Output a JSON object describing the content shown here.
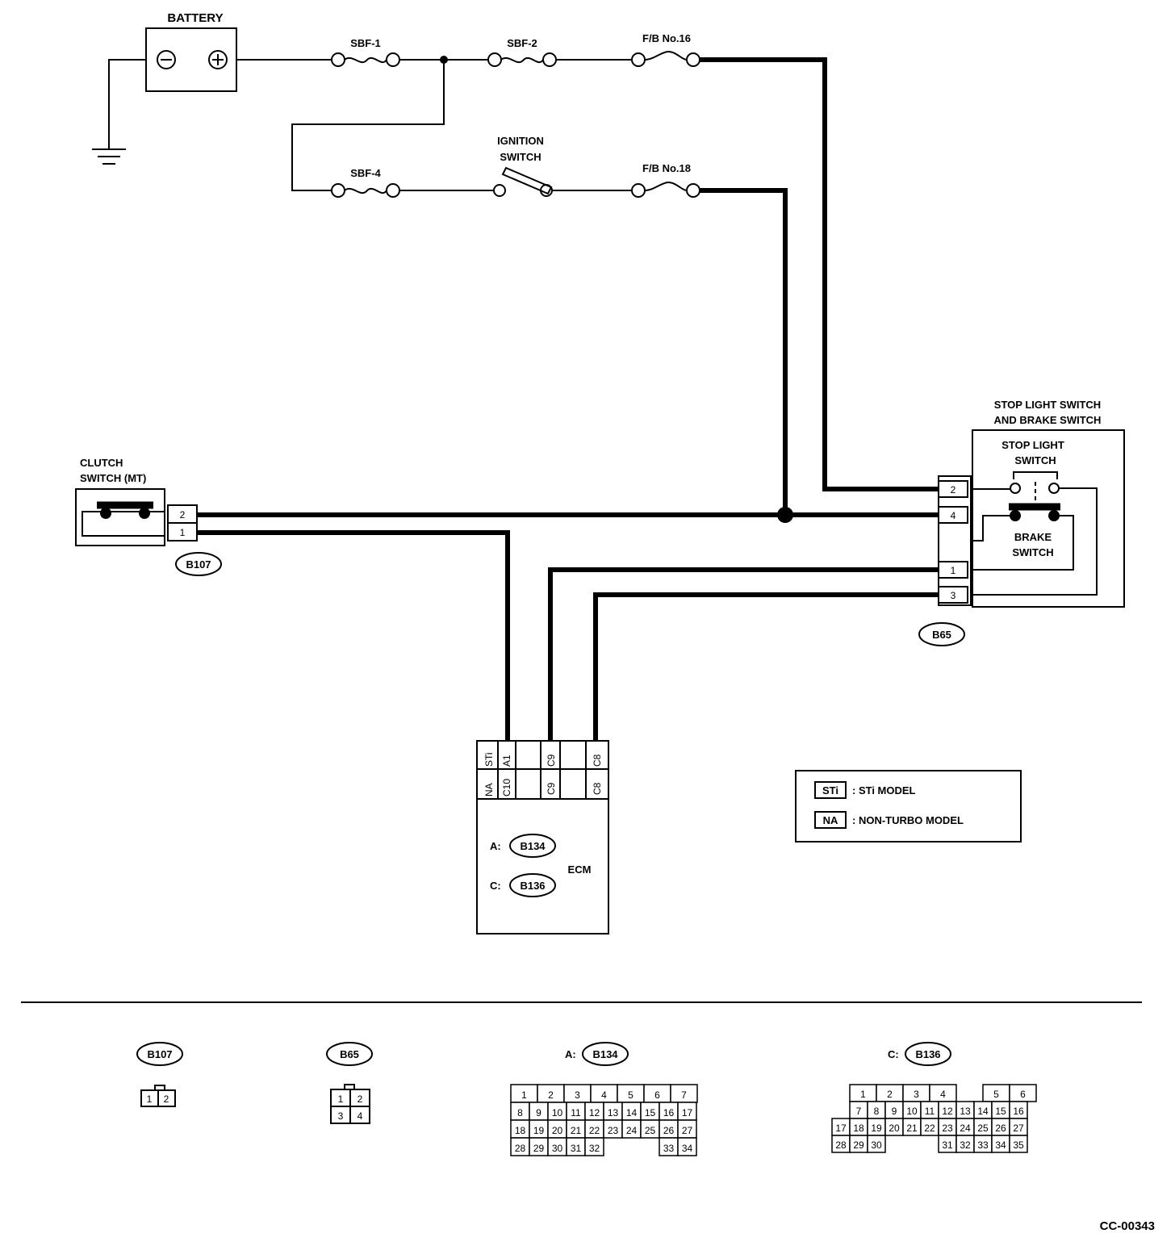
{
  "labels": {
    "battery": "BATTERY",
    "sbf1": "SBF-1",
    "sbf2": "SBF-2",
    "sbf4": "SBF-4",
    "fb16": "F/B  No.16",
    "fb18": "F/B  No.18",
    "ignition_line1": "IGNITION",
    "ignition_line2": "SWITCH",
    "stop_brake_line1": "STOP LIGHT SWITCH",
    "stop_brake_line2": "AND BRAKE SWITCH",
    "stop_light_line1": "STOP LIGHT",
    "stop_light_line2": "SWITCH",
    "brake_line1": "BRAKE",
    "brake_line2": "SWITCH",
    "clutch_line1": "CLUTCH",
    "clutch_line2": "SWITCH (MT)",
    "ecm": "ECM",
    "ecm_a_prefix": "A:",
    "ecm_c_prefix": "C:",
    "figure_code": "CC-00343"
  },
  "connectors": {
    "b107": "B107",
    "b65": "B65",
    "b134": "B134",
    "b136": "B136"
  },
  "pins": {
    "b107_top": "2",
    "b107_bottom": "1",
    "b65_1": "2",
    "b65_2": "4",
    "b65_3": "1",
    "b65_4": "3"
  },
  "ecm_table": {
    "row1": [
      "STi",
      "A1",
      "C9",
      "C8"
    ],
    "row2": [
      "NA",
      "C10",
      "C9",
      "C8"
    ]
  },
  "legend": {
    "sti_code": "STi",
    "sti_text": ": STi MODEL",
    "na_code": "NA",
    "na_text": ": NON-TURBO MODEL"
  },
  "bottom": {
    "b107_pins": [
      "1",
      "2"
    ],
    "b65_pins": [
      "1",
      "2",
      "3",
      "4"
    ],
    "a_prefix": "A:",
    "c_prefix": "C:",
    "b134_rows": [
      [
        "1",
        "2",
        "3",
        "4",
        "5",
        "6",
        "7"
      ],
      [
        "8",
        "9",
        "10",
        "11",
        "12",
        "13",
        "14",
        "15",
        "16",
        "17"
      ],
      [
        "18",
        "19",
        "20",
        "21",
        "22",
        "23",
        "24",
        "25",
        "26",
        "27"
      ],
      [
        "28",
        "29",
        "30",
        "31",
        "32",
        "",
        "",
        "",
        "33",
        "34"
      ]
    ],
    "b136_rows": [
      [
        "1",
        "2",
        "3",
        "4",
        "",
        "5",
        "6"
      ],
      [
        "7",
        "8",
        "9",
        "10",
        "11",
        "12",
        "13",
        "14",
        "15",
        "16"
      ],
      [
        "17",
        "18",
        "19",
        "20",
        "21",
        "22",
        "23",
        "24",
        "25",
        "26",
        "27"
      ],
      [
        "28",
        "29",
        "30",
        "",
        "",
        "",
        "31",
        "32",
        "33",
        "34",
        "35"
      ]
    ]
  }
}
